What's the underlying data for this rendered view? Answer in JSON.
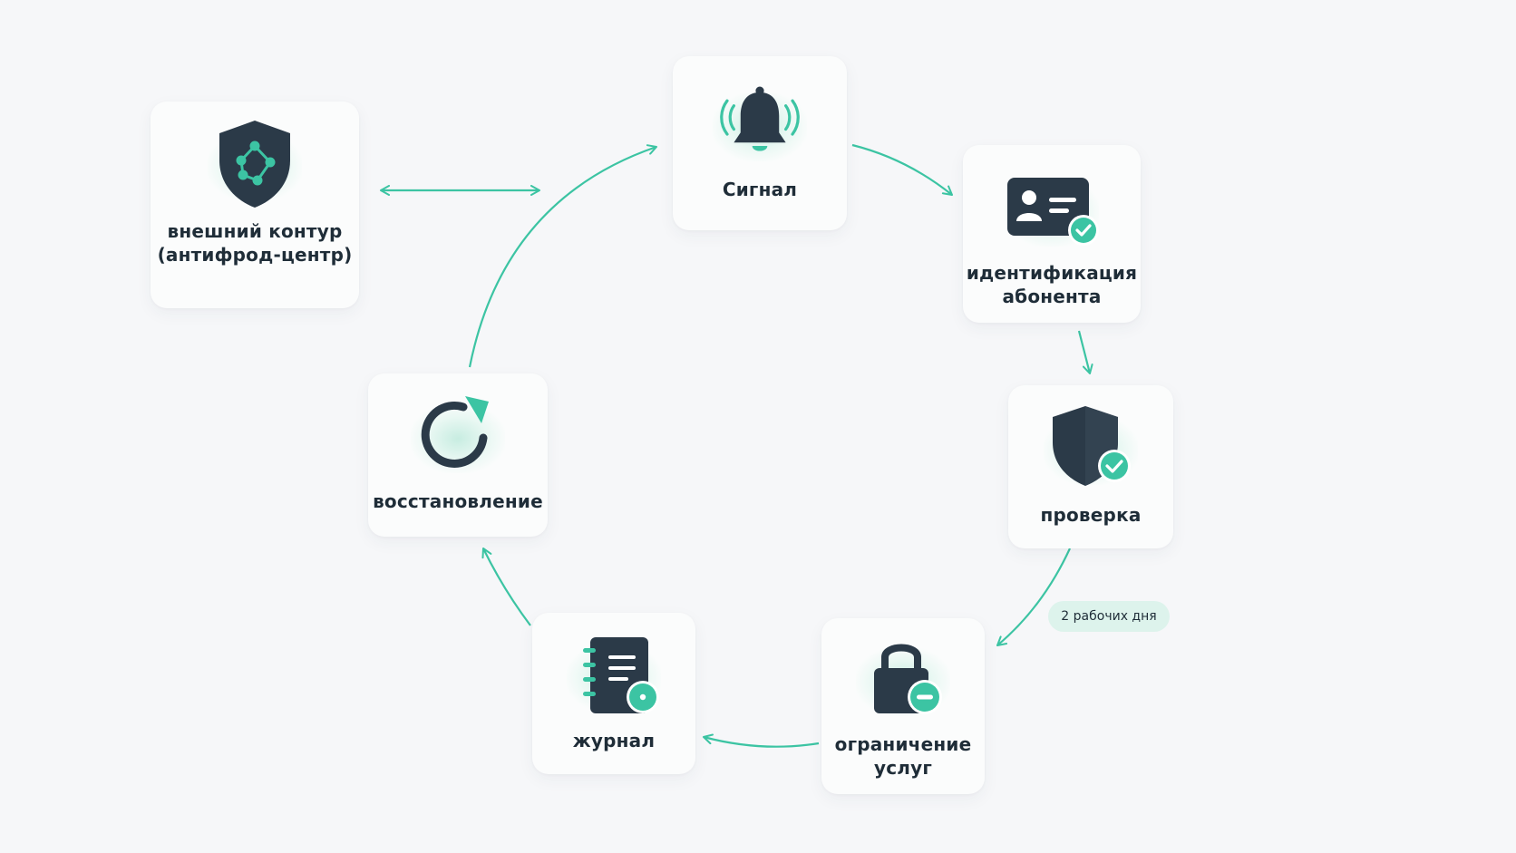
{
  "nodes": {
    "external": {
      "label": "внешний контур\n(антифрод-центр)",
      "icon": "shield-network-icon"
    },
    "signal": {
      "label": "Сигнал",
      "icon": "bell-icon"
    },
    "identification": {
      "label": "идентификация\nабонента",
      "icon": "id-card-check-icon"
    },
    "check": {
      "label": "проверка",
      "icon": "shield-check-icon"
    },
    "restriction": {
      "label": "ограничение\nуслуг",
      "icon": "lock-minus-icon"
    },
    "journal": {
      "label": "журнал",
      "icon": "notebook-icon"
    },
    "recovery": {
      "label": "восстановление",
      "icon": "refresh-icon"
    }
  },
  "badge": {
    "text": "2 рабочих дня"
  },
  "colors": {
    "accent": "#3cc4a3",
    "icon_dark": "#2b3a48",
    "text": "#1f2d38",
    "badge_bg": "#ddf3ec",
    "background": "#f6f7f9"
  }
}
